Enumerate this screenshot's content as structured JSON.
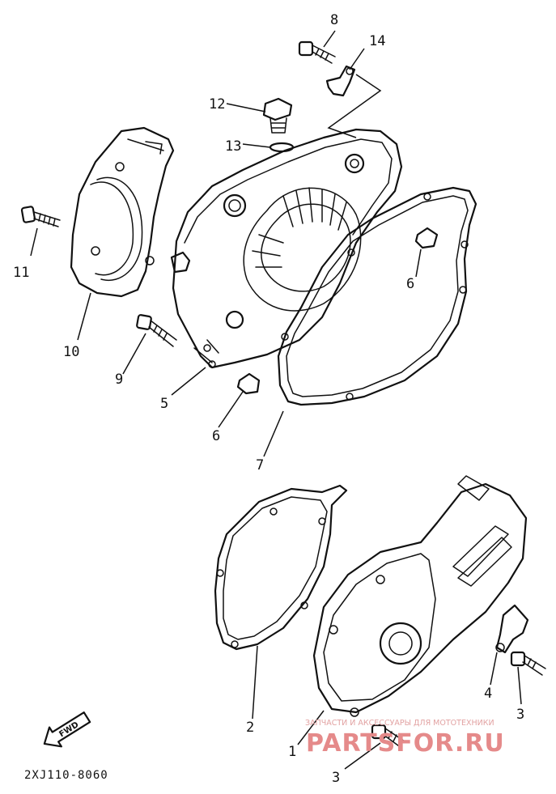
{
  "diagram": {
    "callouts": [
      "1",
      "2",
      "3",
      "3",
      "4",
      "5",
      "6",
      "6",
      "7",
      "8",
      "9",
      "10",
      "11",
      "12",
      "13",
      "14"
    ],
    "part_code": "2XJ110-8060",
    "direction_label": "FWD"
  },
  "watermark": {
    "tagline": "ЗАПЧАСТИ И АКСЕССУАРЫ ДЛЯ МОТОТЕХНИКИ",
    "site": "PARTSFOR.RU",
    "color": "#e58a8a"
  }
}
